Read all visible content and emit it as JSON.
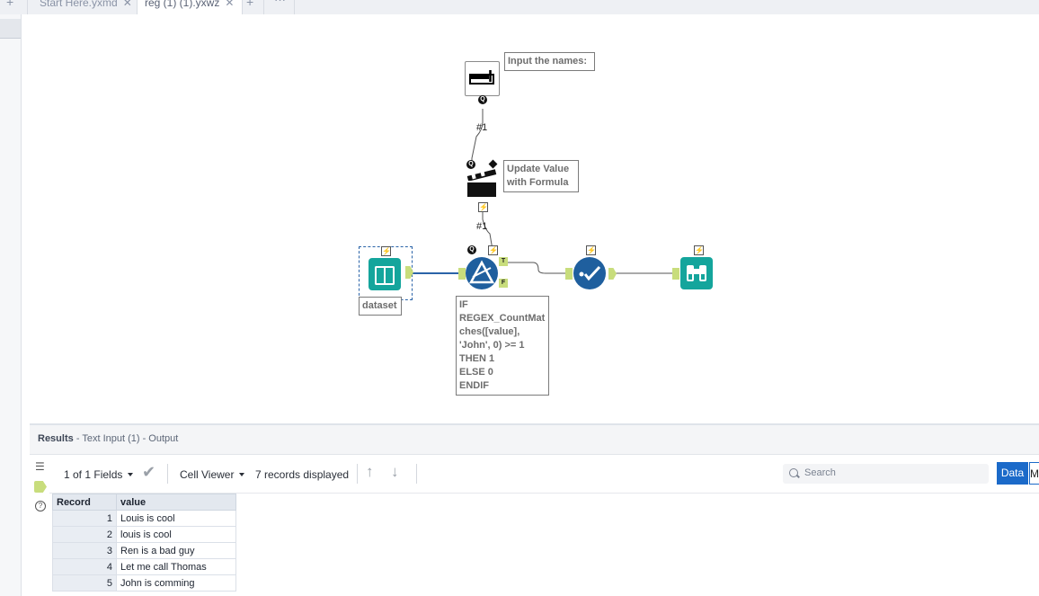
{
  "tabs": [
    {
      "label": "Start Here.yxmd"
    },
    {
      "label": "reg (1) (1).yxwz"
    }
  ],
  "canvas": {
    "nodes": {
      "question_label": "Input the names:",
      "action_label_line1": "Update Value",
      "action_label_line2": "with Formula",
      "action_conn": "#1",
      "question_conn": "#1",
      "input_label": "dataset",
      "filter_anchor_true": "T",
      "filter_anchor_false": "F",
      "filter_expression": [
        "IF",
        "REGEX_CountMat",
        "ches([value],",
        "'John', 0) >= 1",
        "THEN 1",
        "ELSE 0",
        "ENDIF"
      ]
    }
  },
  "results": {
    "title": "Results",
    "subtitle": "- Text Input (1) - Output",
    "fields": "1 of 1 Fields",
    "viewer": "Cell Viewer",
    "records_displayed": "7 records displayed",
    "search_placeholder": "Search",
    "data_tab": "Data",
    "meta_tab": "M"
  },
  "table": {
    "headers": [
      "Record",
      "value"
    ],
    "rows": [
      {
        "record": "1",
        "value": "Louis is cool"
      },
      {
        "record": "2",
        "value": "louis is cool"
      },
      {
        "record": "3",
        "value": "Ren is a bad guy"
      },
      {
        "record": "4",
        "value": "Let me call Thomas"
      },
      {
        "record": "5",
        "value": "John is comming"
      }
    ]
  },
  "colors": {
    "accent": "#1b6ac9",
    "tool_teal": "#14a59c",
    "tool_blue": "#1f5f9e",
    "anchor_green": "#c8dd7c"
  }
}
